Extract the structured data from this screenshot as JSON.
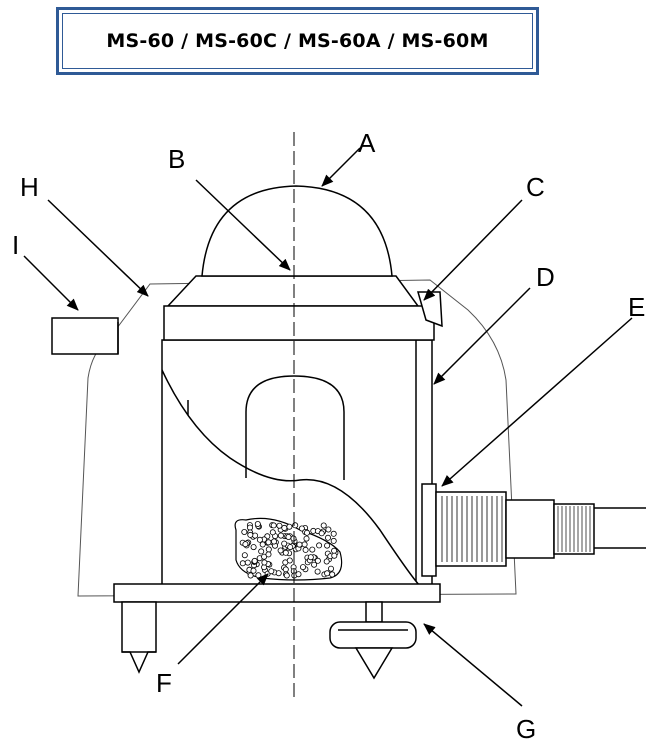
{
  "title": "MS-60 / MS-60C / MS-60A / MS-60M",
  "labels": {
    "a": "A",
    "b": "B",
    "c": "C",
    "d": "D",
    "e": "E",
    "f": "F",
    "g": "G",
    "h": "H",
    "i": "I"
  }
}
